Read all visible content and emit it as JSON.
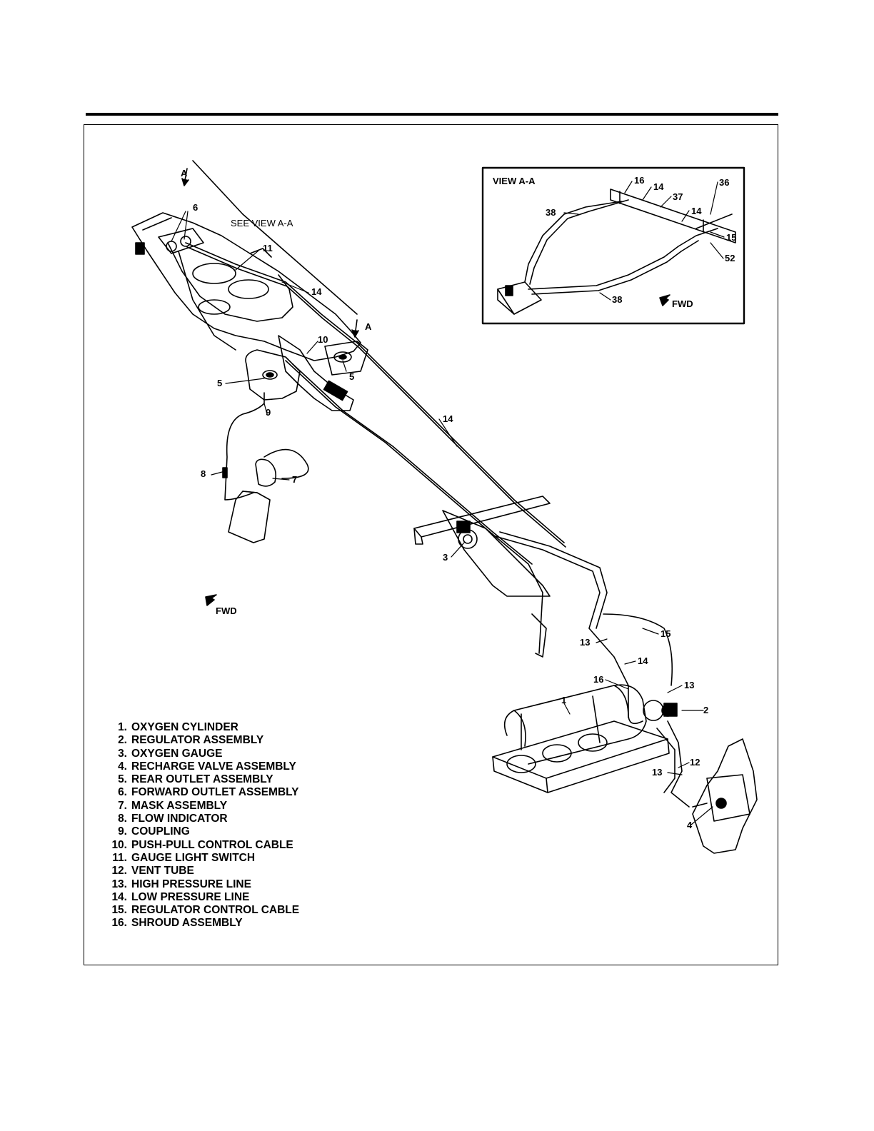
{
  "diagram": {
    "see_view_label": "SEE VIEW A-A",
    "section_marker": "A",
    "fwd_label": "FWD",
    "inset": {
      "title": "VIEW A-A",
      "fwd_label": "FWD",
      "callouts": [
        "16",
        "14",
        "37",
        "14",
        "36",
        "15",
        "52",
        "38",
        "38"
      ]
    },
    "callouts": [
      "6",
      "11",
      "14",
      "10",
      "5",
      "5",
      "9",
      "14",
      "8",
      "7",
      "3",
      "15",
      "13",
      "14",
      "16",
      "13",
      "1",
      "2",
      "12",
      "13",
      "4"
    ]
  },
  "legend": {
    "items": [
      {
        "num": "1.",
        "label": "OXYGEN CYLINDER"
      },
      {
        "num": "2.",
        "label": "REGULATOR ASSEMBLY"
      },
      {
        "num": "3.",
        "label": "OXYGEN GAUGE"
      },
      {
        "num": "4.",
        "label": "RECHARGE VALVE ASSEMBLY"
      },
      {
        "num": "5.",
        "label": "REAR OUTLET ASSEMBLY"
      },
      {
        "num": "6.",
        "label": "FORWARD OUTLET ASSEMBLY"
      },
      {
        "num": "7.",
        "label": "MASK ASSEMBLY"
      },
      {
        "num": "8.",
        "label": "FLOW INDICATOR"
      },
      {
        "num": "9.",
        "label": "COUPLING"
      },
      {
        "num": "10.",
        "label": "PUSH-PULL CONTROL CABLE"
      },
      {
        "num": "11.",
        "label": "GAUGE LIGHT SWITCH"
      },
      {
        "num": "12.",
        "label": "VENT TUBE"
      },
      {
        "num": "13.",
        "label": "HIGH PRESSURE LINE"
      },
      {
        "num": "14.",
        "label": "LOW PRESSURE LINE"
      },
      {
        "num": "15.",
        "label": "REGULATOR CONTROL CABLE"
      },
      {
        "num": "16.",
        "label": "SHROUD ASSEMBLY"
      }
    ]
  }
}
